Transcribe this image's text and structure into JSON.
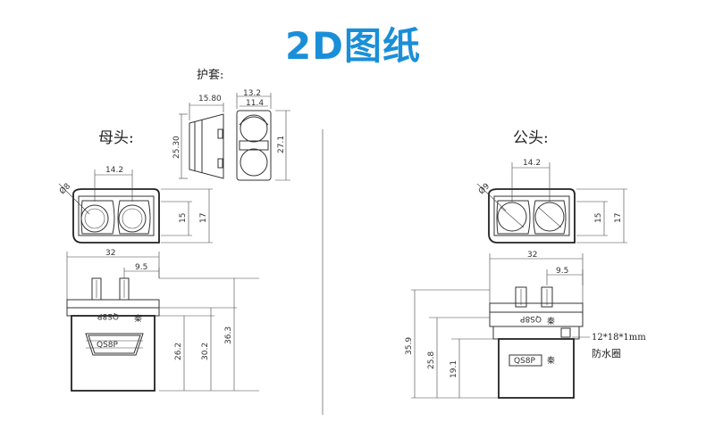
{
  "title": "2D图纸",
  "labels": {
    "jacket": "护套:",
    "female": "母头:",
    "male": "公头:",
    "gasket": "12*18*1mm",
    "waterproof": "防水圈"
  },
  "dims": {
    "jacket_w": "15.80",
    "jacket_h": "25.30",
    "jacket_front_w1": "13.2",
    "jacket_front_w2": "11.4",
    "jacket_front_h": "27.1",
    "f_pitch": "14.2",
    "f_dia": "Ø8",
    "f_h1": "15",
    "f_h2": "17",
    "f_w": "32",
    "f_pin": "9.5",
    "f_v1": "26.2",
    "f_v2": "30.2",
    "f_v3": "36.3",
    "m_pitch": "14.2",
    "m_dia": "Ø9",
    "m_h1": "15",
    "m_h2": "17",
    "m_w": "32",
    "m_pin": "9.5",
    "m_v1": "35.9",
    "m_v2": "25.8",
    "m_v3": "19.1"
  },
  "brand": "QS8P",
  "mark": "秦"
}
